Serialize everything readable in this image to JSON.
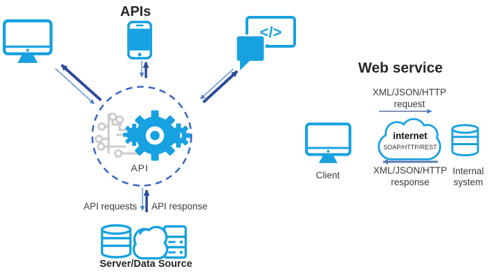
{
  "colors": {
    "icon_blue": "#18A1E0",
    "arrow_dark": "#2B4A9B",
    "arrow_light": "#4C7FD0",
    "dashed_circle": "#3A67C4",
    "circuit_gray": "#CDCDCD",
    "label_dark": "#3A3A3A",
    "title_dark": "#262626"
  },
  "api_diagram": {
    "title": "APIs",
    "hub_label": "API",
    "code_glyph": "</>",
    "request_label": "API requests",
    "response_label": "API response",
    "datastore_label": "Server/Data Source",
    "icons": {
      "desktop": "desktop-computer-icon",
      "smartphone": "smartphone-icon",
      "code_chat": "code-chat-bubbles-icon",
      "hub": "gears-circuit-icon",
      "datastore": "database-cloud-server-icon"
    }
  },
  "web_service_diagram": {
    "title": "Web service",
    "request": {
      "line1": "XML/JSON/HTTP",
      "line2": "request"
    },
    "response": {
      "line1": "XML/JSON/HTTP",
      "line2": "response"
    },
    "client_label": "Client",
    "cloud": {
      "label": "internet",
      "protocols": "SOAP/HTTP/REST"
    },
    "internal_system": {
      "line1": "Internal",
      "line2": "system"
    },
    "icons": {
      "client": "desktop-computer-icon",
      "internet": "internet-cloud-icon",
      "internal": "database-icon"
    }
  }
}
